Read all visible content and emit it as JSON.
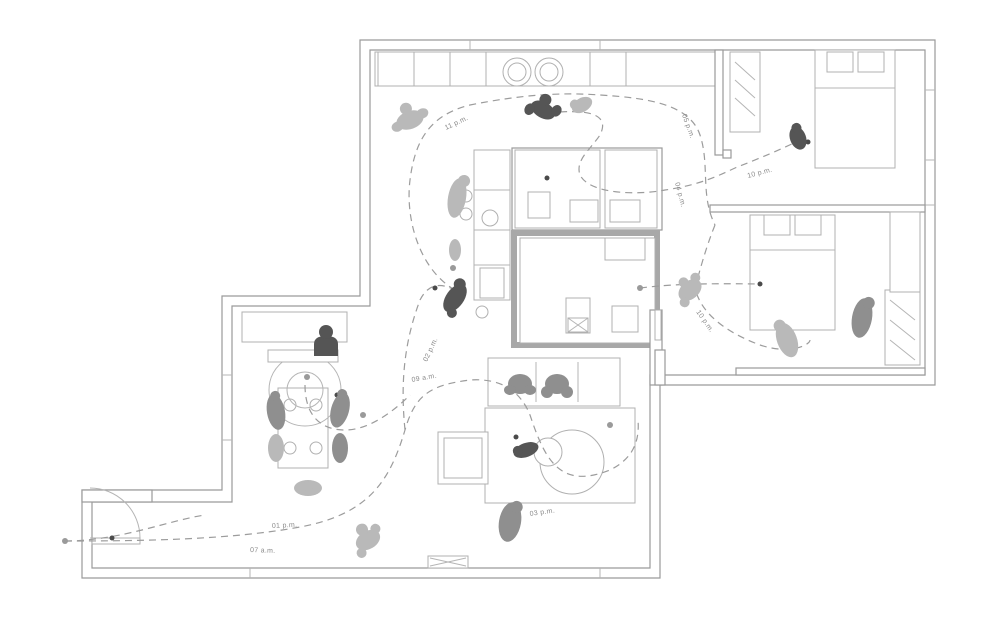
{
  "diagram": {
    "time_labels": {
      "t0100": "01 p.m.",
      "t0200": "02 p.m.",
      "t0300": "03 p.m.",
      "t0400": "04 p.m.",
      "t0500": "05 p.m.",
      "t0700": "07 a.m.",
      "t0900": "09 a.m.",
      "t1000": "10 p.m.",
      "t1100": "11 p.m."
    }
  }
}
